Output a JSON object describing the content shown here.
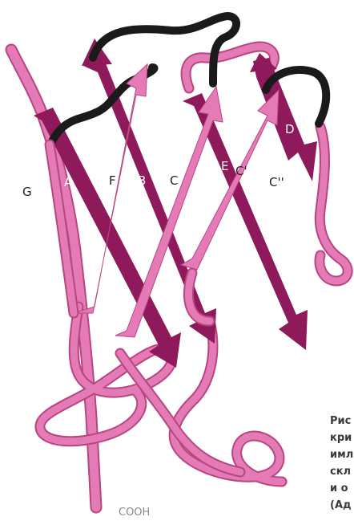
{
  "diagram": {
    "colors": {
      "strand_dark": "#8e1a5c",
      "strand_light": "#e57bb6",
      "loop_pink": "#e57bb6",
      "loop_outline": "#b9457f",
      "loop_black": "#1a1a1a"
    },
    "strand_labels": {
      "g": "G",
      "a": "A",
      "f": "F",
      "b": "B",
      "c": "C",
      "e": "E",
      "c_prime": "C'",
      "c_double_prime": "C''",
      "d": "D"
    },
    "terminus_label": "COOH"
  },
  "caption": {
    "lines": [
      "Рис",
      "кри",
      "имл",
      "скл",
      "и о",
      "(Ад"
    ]
  }
}
